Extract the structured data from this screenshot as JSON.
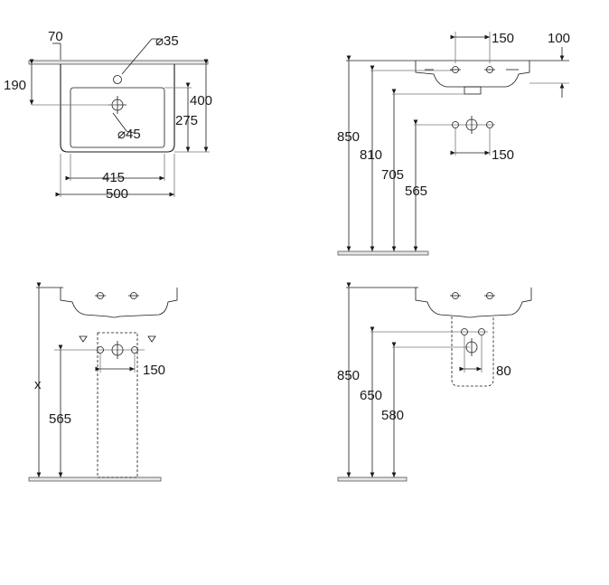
{
  "views": {
    "top": {
      "d70": "70",
      "d35": "⌀35",
      "d190": "190",
      "d400": "400",
      "d275": "275",
      "d45": "⌀45",
      "d415": "415",
      "d500": "500"
    },
    "side_wall": {
      "d150a": "150",
      "d100": "100",
      "d150b": "150",
      "d850": "850",
      "d810": "810",
      "d705": "705",
      "d565": "565"
    },
    "pedestal": {
      "d150": "150",
      "dx": "x",
      "d565": "565"
    },
    "semi_pedestal": {
      "d850": "850",
      "d650": "650",
      "d580": "580",
      "d80": "80"
    }
  }
}
